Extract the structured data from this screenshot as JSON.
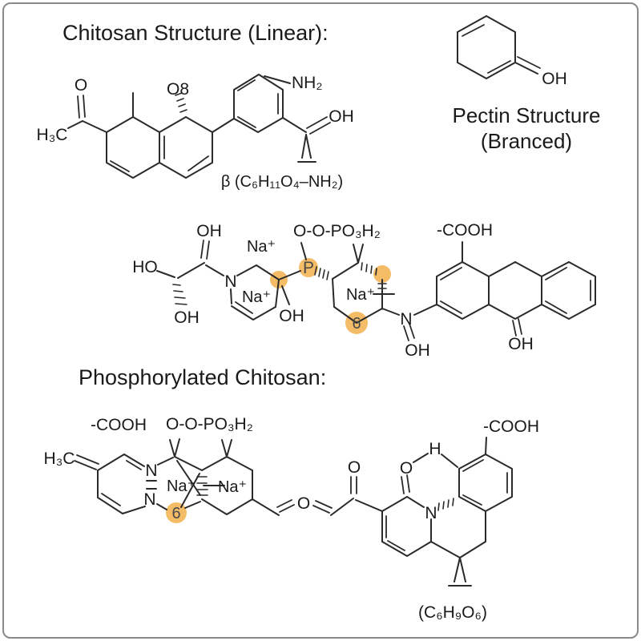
{
  "colors": {
    "bond": "#2a2a2a",
    "text": "#1a1a1a",
    "highlight": "#f3b04e",
    "highlight_text": "#4a4a4a",
    "border": "#8a8a8a",
    "background": "#ffffff"
  },
  "titles": {
    "chitosan_linear": "Chitosan Structure (Linear):",
    "pectin_line1": "Pectin Structure",
    "pectin_line2": "(Branced)",
    "phosphorylated": "Phosphorylated Chitosan:"
  },
  "labels": {
    "o": "O",
    "oh": "OH",
    "ho": "HO",
    "n": "N",
    "p": "P",
    "h": "H",
    "nh2": "NH₂",
    "h3c": "H₃C",
    "na_plus": "Na⁺",
    "six": "6",
    "o8": "O8",
    "cooh": "-COOH",
    "phosphate": "O-O-PO₃H₂",
    "beta_formula": "β (C₆H₁₁O₄–NH₂)",
    "c6h9o6_formula": "(C₆H₉O₆)"
  }
}
